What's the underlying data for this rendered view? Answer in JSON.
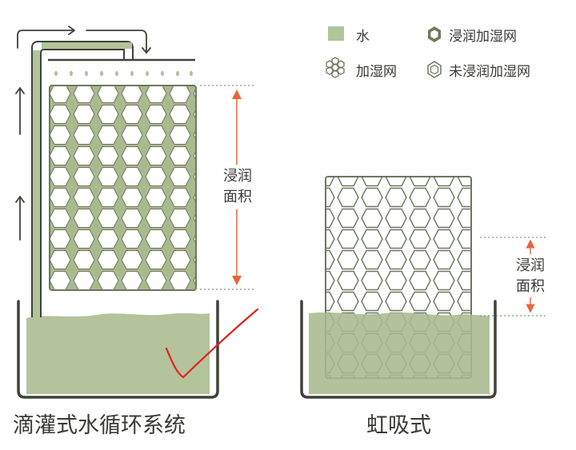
{
  "legend": {
    "water": "水",
    "soaked_pad": "浸润加湿网",
    "pad": "加湿网",
    "unsoaked_pad": "未浸润加湿网"
  },
  "drip_system": {
    "area_label_line1": "浸润",
    "area_label_line2": "面积",
    "caption": "滴灌式水循环系统"
  },
  "siphon_system": {
    "area_label_line1": "浸润",
    "area_label_line2": "面积",
    "caption": "虹吸式"
  },
  "colors": {
    "water": "#b3c39b",
    "soaked_pad_fill": "#a9ba8e",
    "line": "#3e4238",
    "arrow_accent": "#e8643c",
    "check_mark": "#e0231b"
  }
}
